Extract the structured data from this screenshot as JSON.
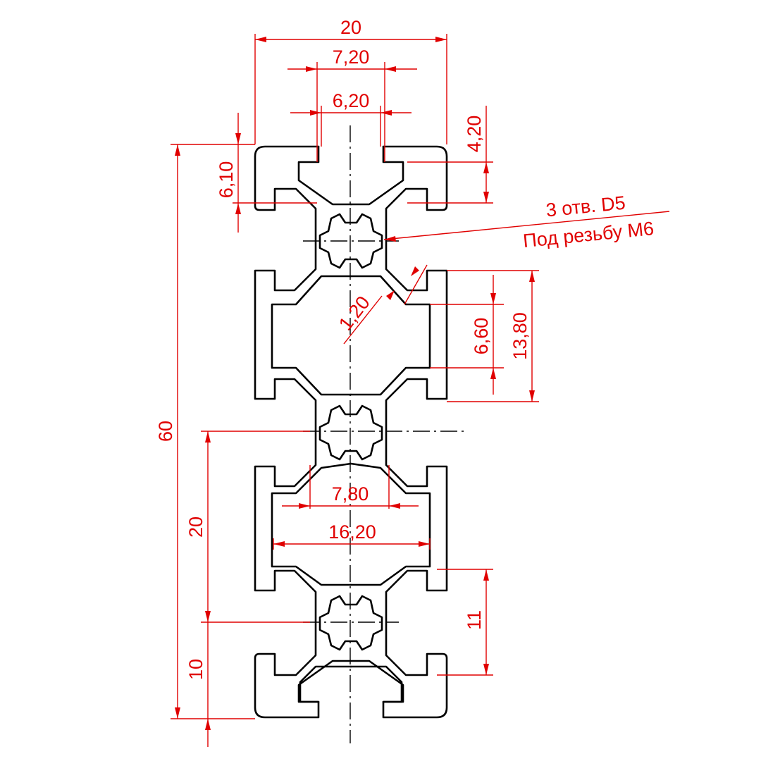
{
  "colors": {
    "dimension": "#e00000",
    "profile": "#000000",
    "background": "#ffffff"
  },
  "dimensions": {
    "width_total": "20",
    "slot_opening": "7,20",
    "slot_inner": "6,20",
    "slot_depth": "4,20",
    "lip_height": "6,10",
    "wall": "1,20",
    "cavity_inner": "6,60",
    "cavity_outer": "13,80",
    "height_total": "60",
    "pitch": "20",
    "edge_offset": "10",
    "slot_width_inner": "7,80",
    "cavity_width": "16,20",
    "end_depth": "11"
  },
  "annotation": {
    "holes": "3 отв. D5",
    "thread": "Под резьбу М6"
  }
}
